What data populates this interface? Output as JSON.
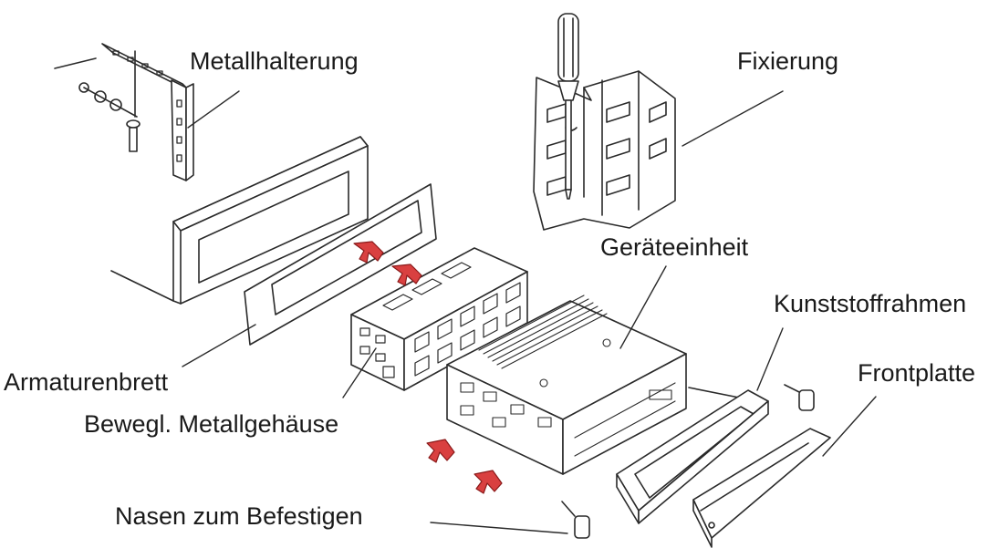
{
  "labels": {
    "metallhalterung": "Metallhalterung",
    "fixierung": "Fixierung",
    "geraeteeinheit": "Geräteeinheit",
    "kunststoffrahmen": "Kunststoffrahmen",
    "frontplatte": "Frontplatte",
    "armaturenbrett": "Armaturenbrett",
    "metallgehaeuse": "Bewegl. Metallgehäuse",
    "nasen": "Nasen zum Befestigen"
  },
  "colors": {
    "line": "#2a2a2a",
    "arrow": "#d94040",
    "arrow_edge": "#8a1a1a",
    "fill": "#ffffff"
  }
}
